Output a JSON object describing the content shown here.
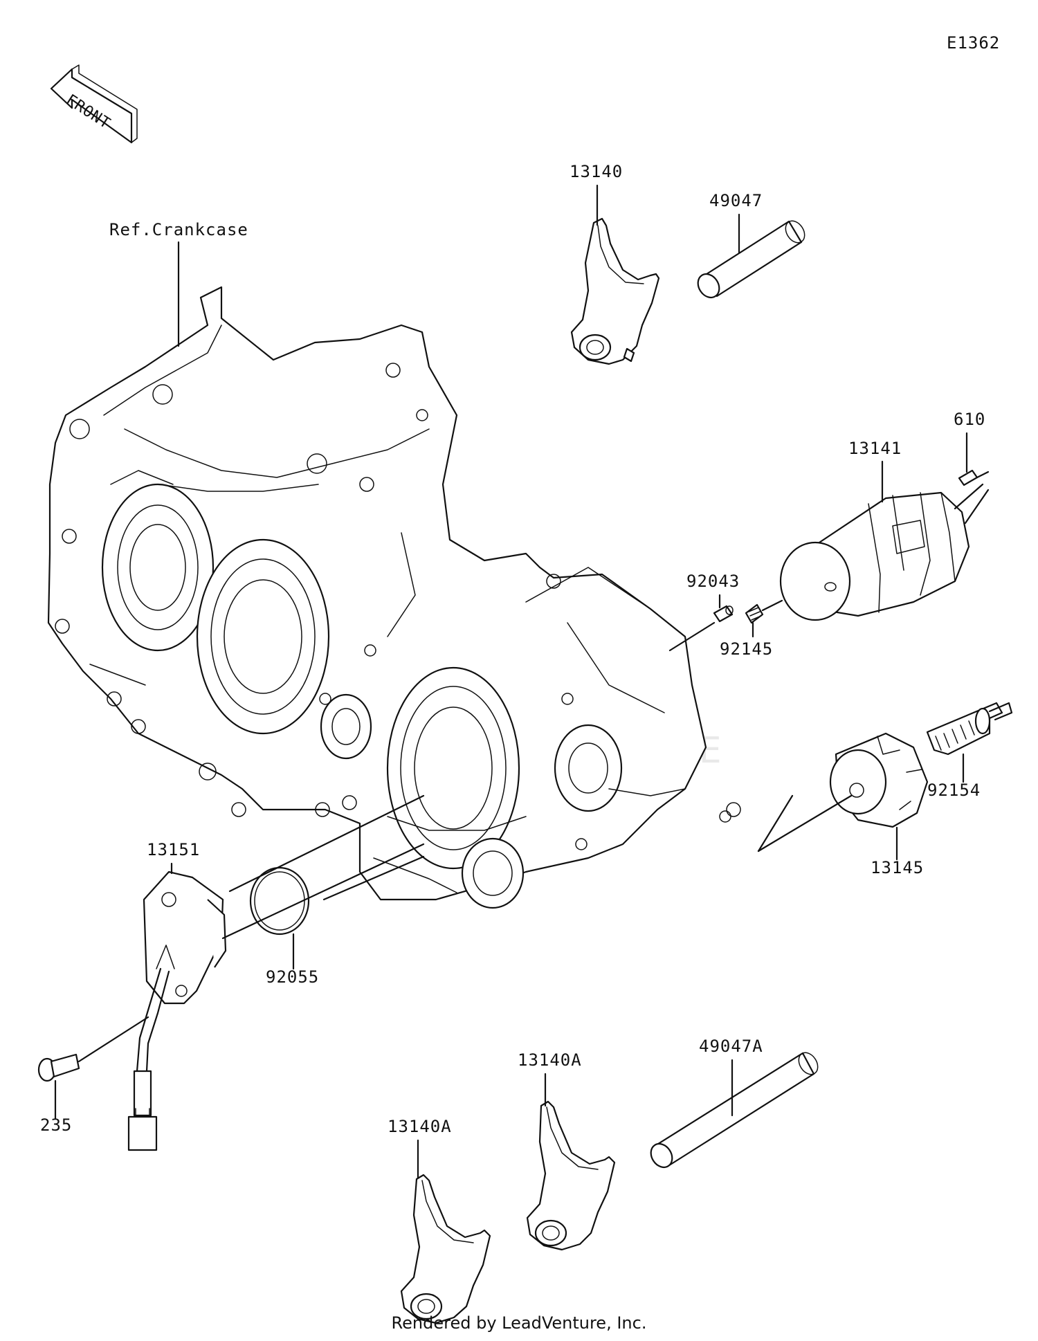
{
  "diagram_code": "E1362",
  "front_label": "FRONT",
  "reference_label": "Ref.Crankcase",
  "parts": [
    {
      "number": "13140"
    },
    {
      "number": "49047"
    },
    {
      "number": "13141"
    },
    {
      "number": "610"
    },
    {
      "number": "92043"
    },
    {
      "number": "92145"
    },
    {
      "number": "92154"
    },
    {
      "number": "13145"
    },
    {
      "number": "13151"
    },
    {
      "number": "92055"
    },
    {
      "number": "235"
    },
    {
      "number": "13140A"
    },
    {
      "number": "49047A"
    },
    {
      "number": "13140A"
    }
  ],
  "footer": "Rendered by LeadVenture, Inc."
}
